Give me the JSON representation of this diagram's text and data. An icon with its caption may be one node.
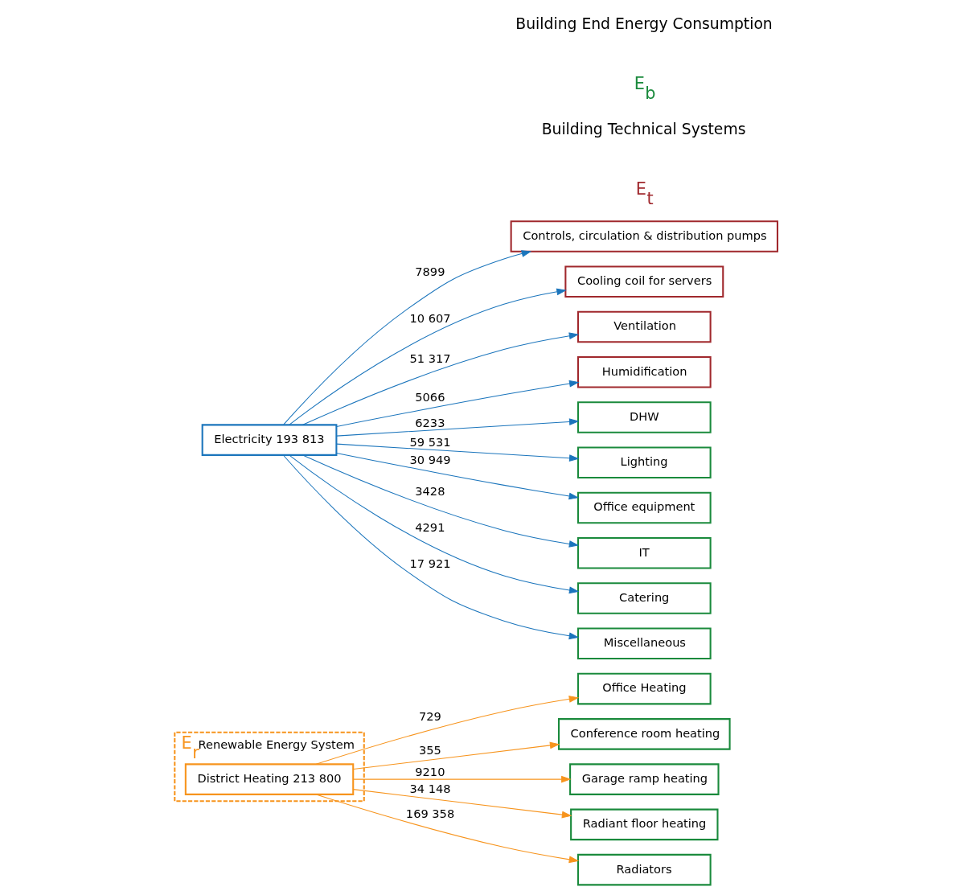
{
  "diagram": {
    "nodes": [
      {
        "text": [
          "Renewable Energy System"
        ],
        "beside": [
          "E$_{r}$"
        ]
      },
      {
        "text": [
          "District Heating 213 800"
        ],
        "in": 0
      },
      {
        "text": [
          "Office Heating"
        ]
      },
      {
        "text": [
          "Conference room heating"
        ]
      },
      {
        "text": [
          "Garage ramp heating"
        ]
      },
      {
        "text": [
          "Radiant floor heating"
        ]
      },
      {
        "text": [
          "Radiators"
        ]
      },
      {
        "text": [
          "Electricity 193 813"
        ]
      },
      {
        "text": [
          "Controls, circulation & distribution pumps"
        ]
      },
      {
        "text": [
          "Cooling coil for servers"
        ]
      },
      {
        "text": [
          "Ventilation"
        ]
      },
      {
        "text": [
          "Humidification"
        ]
      },
      {
        "text": [
          "DHW"
        ]
      },
      {
        "text": [
          "Lighting"
        ]
      },
      {
        "text": [
          "Office equipment"
        ]
      },
      {
        "text": [
          "IT"
        ]
      },
      {
        "text": [
          "Catering"
        ]
      },
      {
        "text": [
          "Miscellaneous"
        ]
      }
    ],
    "edges": [
      {
        "from": 1,
        "to": 2,
        "arrow": "to",
        "label": "729",
        "color": "#f7941d"
      },
      {
        "from": 1,
        "to": 3,
        "arrow": "to",
        "label": "355",
        "color": "#f7941d"
      },
      {
        "from": 1,
        "to": 4,
        "arrow": "to",
        "label": "9210",
        "color": "#f7941d"
      },
      {
        "from": 1,
        "to": 5,
        "arrow": "to",
        "label": "34 148",
        "color": "#f7941d"
      },
      {
        "from": 1,
        "to": 6,
        "arrow": "to",
        "label": "169 358",
        "color": "#f7941d"
      },
      {
        "from": 7,
        "to": 12,
        "arrow": "to",
        "label": "6233"
      },
      {
        "from": 7,
        "to": 8,
        "arrow": "to",
        "label": "7899"
      },
      {
        "from": 7,
        "to": 13,
        "arrow": "to",
        "label": "59 531"
      },
      {
        "from": 7,
        "to": 14,
        "arrow": "to",
        "label": "30 949"
      },
      {
        "from": 7,
        "to": 9,
        "arrow": "to",
        "label": "10 607"
      },
      {
        "from": 7,
        "to": 15,
        "arrow": "to",
        "label": "3428"
      },
      {
        "from": 7,
        "to": 10,
        "arrow": "to",
        "label": "51 317"
      },
      {
        "from": 7,
        "to": 16,
        "arrow": "to",
        "label": "4291"
      },
      {
        "from": 7,
        "to": 17,
        "arrow": "to",
        "label": "17 921"
      },
      {
        "from": 7,
        "to": 11,
        "arrow": "to",
        "label": "5066"
      }
    ],
    "labels": [
      "Building Technical Systems",
      "Building End Energy Consumption",
      "E$_{t}$",
      "E$_{b}$"
    ]
  }
}
